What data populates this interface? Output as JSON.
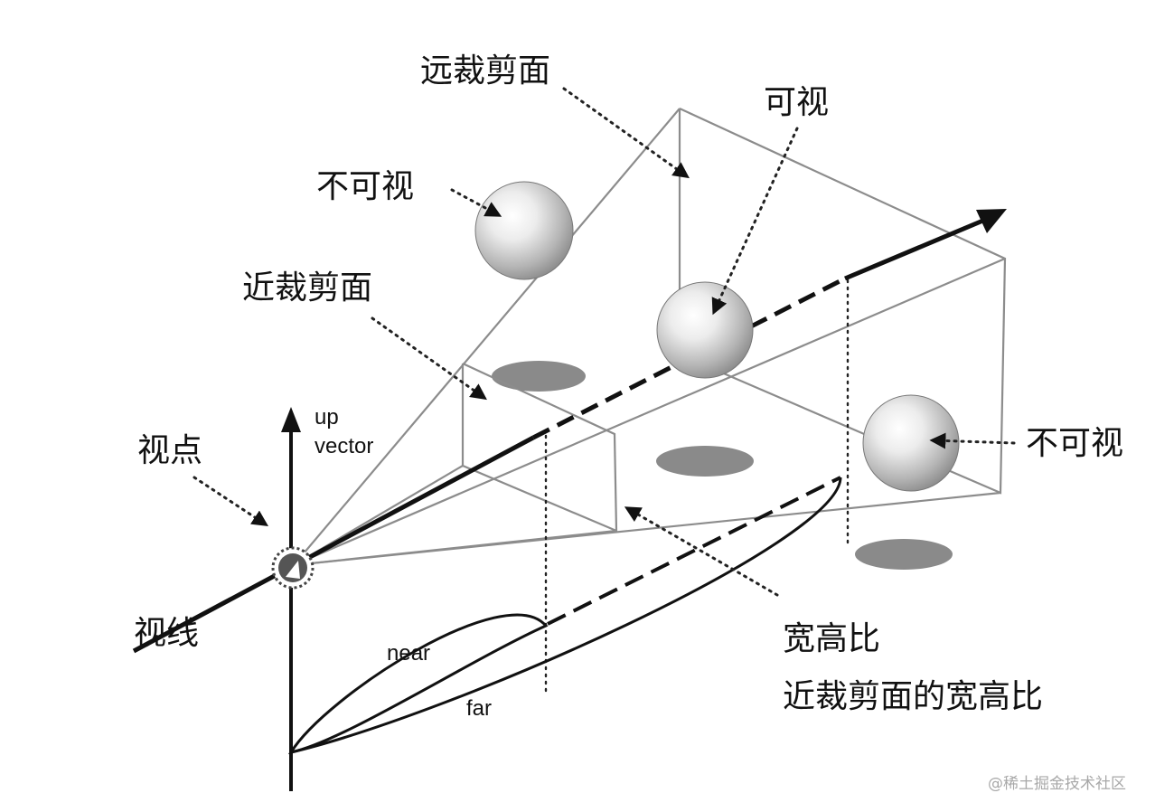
{
  "labels": {
    "far_clip": "远裁剪面",
    "visible": "可视",
    "invisible_top": "不可视",
    "near_clip": "近裁剪面",
    "up": "up",
    "vector": "vector",
    "viewpoint": "视点",
    "invisible_right": "不可视",
    "sight_line": "视线",
    "near": "near",
    "far": "far",
    "aspect": "宽高比",
    "aspect_desc": "近裁剪面的宽高比"
  },
  "watermark": "@稀土掘金技术社区",
  "colors": {
    "frustum_edge": "#8c8c8c",
    "ink": "#111111",
    "sphere_light": "#f2f2f2",
    "sphere_dark": "#8a8a8a",
    "shadow": "#8a8a8a"
  }
}
